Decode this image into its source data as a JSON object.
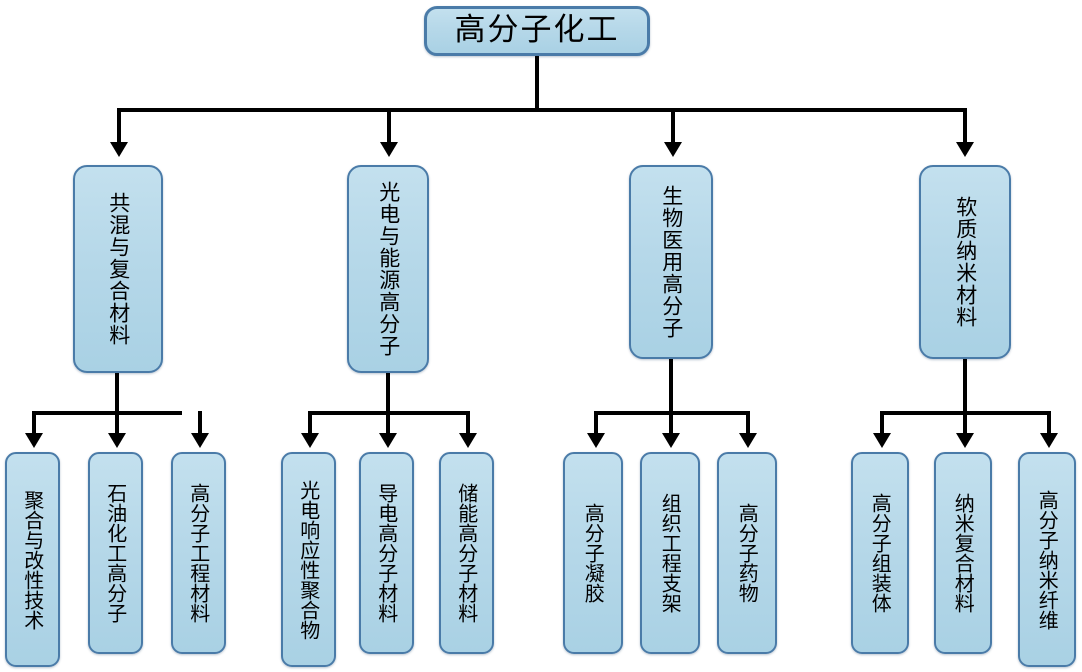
{
  "diagram": {
    "type": "hierarchy-tree",
    "orientation": "top-down",
    "levels": 3,
    "colors": {
      "node_fill": "#b6d8e9",
      "node_border": "#4a7ba8",
      "connector": "#000000",
      "background": "#ffffff",
      "text": "#000000"
    },
    "root": {
      "label": "高分子化工"
    },
    "branches": [
      {
        "label": "共混与复合材料",
        "children": [
          {
            "label": "聚合与改性技术"
          },
          {
            "label": "石油化工高分子"
          },
          {
            "label": "高分子工程材料"
          }
        ]
      },
      {
        "label": "光电与能源高分子",
        "children": [
          {
            "label": "光电响应性聚合物"
          },
          {
            "label": "导电高分子材料"
          },
          {
            "label": "储能高分子材料"
          }
        ]
      },
      {
        "label": "生物医用高分子",
        "children": [
          {
            "label": "高分子凝胶"
          },
          {
            "label": "组织工程支架"
          },
          {
            "label": "高分子药物"
          }
        ]
      },
      {
        "label": "软质纳米材料",
        "children": [
          {
            "label": "高分子组装体"
          },
          {
            "label": "纳米复合材料"
          },
          {
            "label": "高分子纳米纤维"
          }
        ]
      }
    ]
  }
}
